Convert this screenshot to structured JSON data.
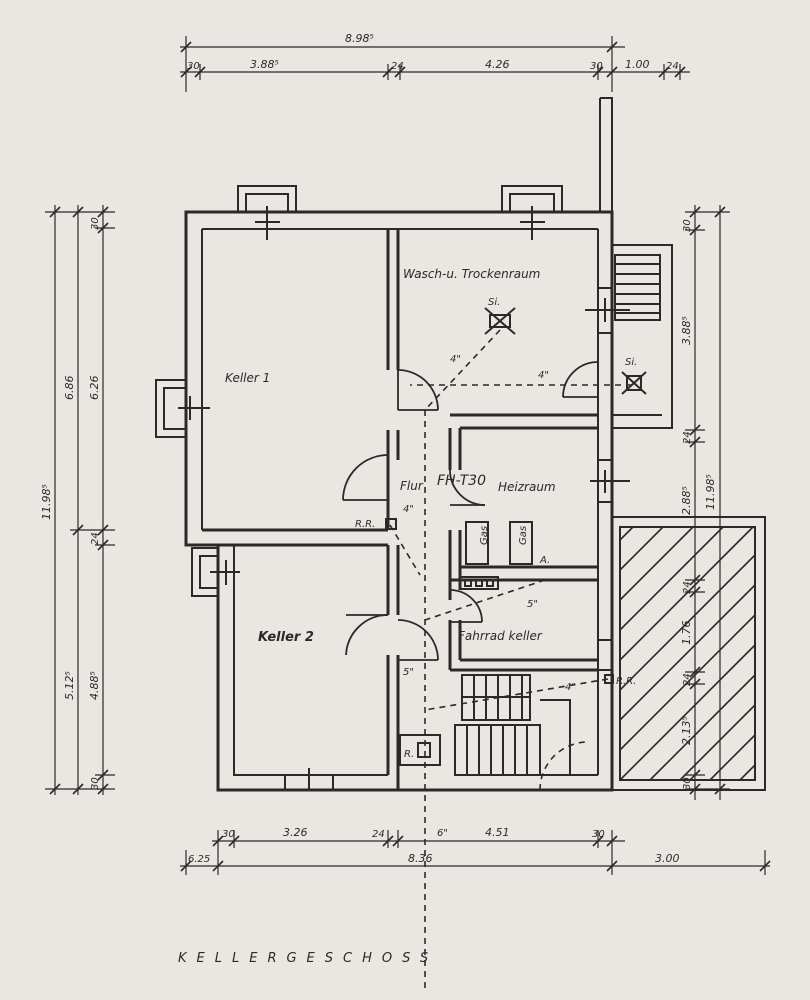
{
  "plan_title": "KELLERGESCHOSS",
  "rooms": {
    "keller1": "Keller 1",
    "keller2": "Keller 2",
    "wasch": "Wasch-u. Trockenraum",
    "flur": "Flur",
    "heiz": "Heizraum",
    "fahrrad": "Fahrrad keller",
    "flur_note": "FH-T30"
  },
  "labels": {
    "si1": "Si.",
    "si2": "Si.",
    "rr1": "R.R.",
    "rr2": "R.R.",
    "r": "R.",
    "a": "A.",
    "gas1": "Gas",
    "gas2": "Gas"
  },
  "pipes": {
    "p1": "4\"",
    "p2": "4\"",
    "p3": "4\"",
    "p4": "5\"",
    "p5": "5\"",
    "p6": "4\"",
    "p7": "6\""
  },
  "dims_top": {
    "overall": "8.98⁵",
    "a": "30",
    "b": "3.88⁵",
    "c": "24",
    "d": "4.26",
    "e": "30",
    "f": "1.00",
    "g": "24"
  },
  "dims_bottom": {
    "a": "30",
    "b": "3.26",
    "c": "24",
    "d": "4.51",
    "e": "30",
    "f": "6.25",
    "overall": "8.36",
    "g": "3.00"
  },
  "dims_left": {
    "overall": "11.98⁵",
    "a": "6.86",
    "b": "6.26",
    "c": "30",
    "d": "24",
    "e": "5.12⁵",
    "f": "4.88⁵",
    "g": "30"
  },
  "dims_right": {
    "a": "30",
    "b": "3.88⁵",
    "c": "24",
    "d": "2.88⁵",
    "e": "11.98⁵",
    "f": "24",
    "g": "1.76",
    "h": "24",
    "i": "2.13⁵",
    "j": "30"
  }
}
